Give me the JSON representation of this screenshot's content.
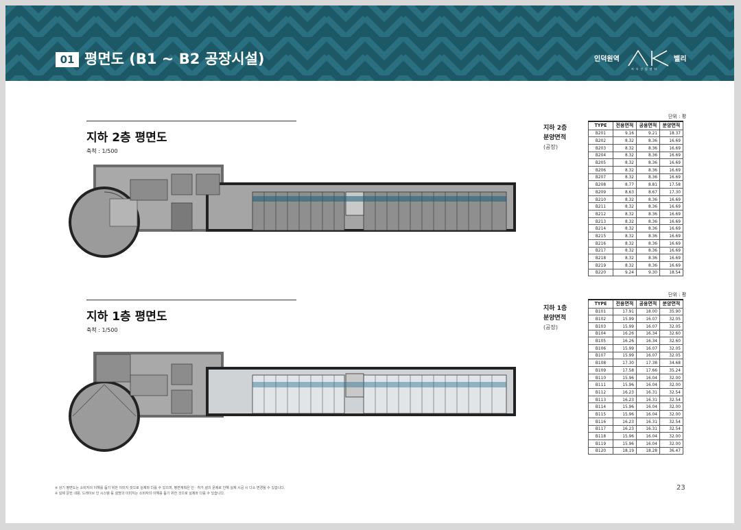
{
  "header": {
    "section_number": "01",
    "section_title": "평면도 (B1 ~ B2 공장시설)",
    "logo_left": "인덕원역",
    "logo_right": "밸리",
    "logo_sub": "지식산업센터",
    "logo_mark": "AK",
    "bg_color": "#1d5866"
  },
  "plans": [
    {
      "title": "지하 2층 평면도",
      "scale": "축척 : 1/500"
    },
    {
      "title": "지하 1층 평면도",
      "scale": "축척 : 1/500"
    }
  ],
  "tables": [
    {
      "label": "지하 2층 분양면적",
      "label_line1": "지하 2층",
      "label_line2": "분양면적",
      "label_line3": "(공장)",
      "unit": "단위 : 평",
      "columns": [
        "TYPE",
        "전용면적",
        "공용면적",
        "분양면적"
      ],
      "rows": [
        [
          "B201",
          "9.16",
          "9.21",
          "18.37"
        ],
        [
          "B202",
          "8.32",
          "8.36",
          "16.69"
        ],
        [
          "B203",
          "8.32",
          "8.36",
          "16.69"
        ],
        [
          "B204",
          "8.32",
          "8.36",
          "16.69"
        ],
        [
          "B205",
          "8.32",
          "8.36",
          "16.69"
        ],
        [
          "B206",
          "8.32",
          "8.36",
          "16.69"
        ],
        [
          "B207",
          "8.32",
          "8.36",
          "16.69"
        ],
        [
          "B208",
          "8.77",
          "8.81",
          "17.58"
        ],
        [
          "B209",
          "8.63",
          "8.67",
          "17.30"
        ],
        [
          "B210",
          "8.32",
          "8.36",
          "16.69"
        ],
        [
          "B211",
          "8.32",
          "8.36",
          "16.69"
        ],
        [
          "B212",
          "8.32",
          "8.36",
          "16.69"
        ],
        [
          "B213",
          "8.32",
          "8.36",
          "16.69"
        ],
        [
          "B214",
          "8.32",
          "8.36",
          "16.69"
        ],
        [
          "B215",
          "8.32",
          "8.36",
          "16.69"
        ],
        [
          "B216",
          "8.32",
          "8.36",
          "16.69"
        ],
        [
          "B217",
          "8.32",
          "8.36",
          "16.69"
        ],
        [
          "B218",
          "8.32",
          "8.36",
          "16.69"
        ],
        [
          "B219",
          "8.32",
          "8.36",
          "16.69"
        ],
        [
          "B220",
          "9.24",
          "9.30",
          "18.54"
        ]
      ]
    },
    {
      "label_line1": "지하 1층",
      "label_line2": "분양면적",
      "label_line3": "(공장)",
      "unit": "단위 : 평",
      "columns": [
        "TYPE",
        "전용면적",
        "공용면적",
        "분양면적"
      ],
      "rows": [
        [
          "B101",
          "17.91",
          "18.00",
          "35.90"
        ],
        [
          "B102",
          "15.99",
          "16.07",
          "32.05"
        ],
        [
          "B103",
          "15.99",
          "16.07",
          "32.05"
        ],
        [
          "B104",
          "16.26",
          "16.34",
          "32.60"
        ],
        [
          "B105",
          "16.26",
          "16.34",
          "32.60"
        ],
        [
          "B106",
          "15.99",
          "16.07",
          "32.05"
        ],
        [
          "B107",
          "15.99",
          "16.07",
          "32.05"
        ],
        [
          "B108",
          "17.30",
          "17.38",
          "34.68"
        ],
        [
          "B109",
          "17.58",
          "17.66",
          "35.24"
        ],
        [
          "B110",
          "15.96",
          "16.04",
          "32.00"
        ],
        [
          "B111",
          "15.96",
          "16.04",
          "32.00"
        ],
        [
          "B112",
          "16.23",
          "16.31",
          "32.54"
        ],
        [
          "B113",
          "16.23",
          "16.31",
          "32.54"
        ],
        [
          "B114",
          "15.96",
          "16.04",
          "32.00"
        ],
        [
          "B115",
          "15.96",
          "16.04",
          "32.00"
        ],
        [
          "B116",
          "16.23",
          "16.31",
          "32.54"
        ],
        [
          "B117",
          "16.23",
          "16.31",
          "32.54"
        ],
        [
          "B118",
          "15.96",
          "16.04",
          "32.00"
        ],
        [
          "B119",
          "15.96",
          "16.04",
          "32.00"
        ],
        [
          "B120",
          "18.19",
          "18.28",
          "36.47"
        ]
      ]
    }
  ],
  "footnotes": [
    "※ 상기 평면도는 소비자의 이해를 돕기 위한 이미지 컷으로 실제와 다를 수 있으며, 평면계획은 인 · 허가 설의 문제로 인해 실제 시공 시 다소 변경될 수 있습니다.",
    "※ 실제 문헌 내용, 드레이브 인 시스템 등 설명의 이미지는 소비자의 이해를 돕기 위한 것으로 실제와 다를 수 있습니다."
  ],
  "page_number": "23"
}
